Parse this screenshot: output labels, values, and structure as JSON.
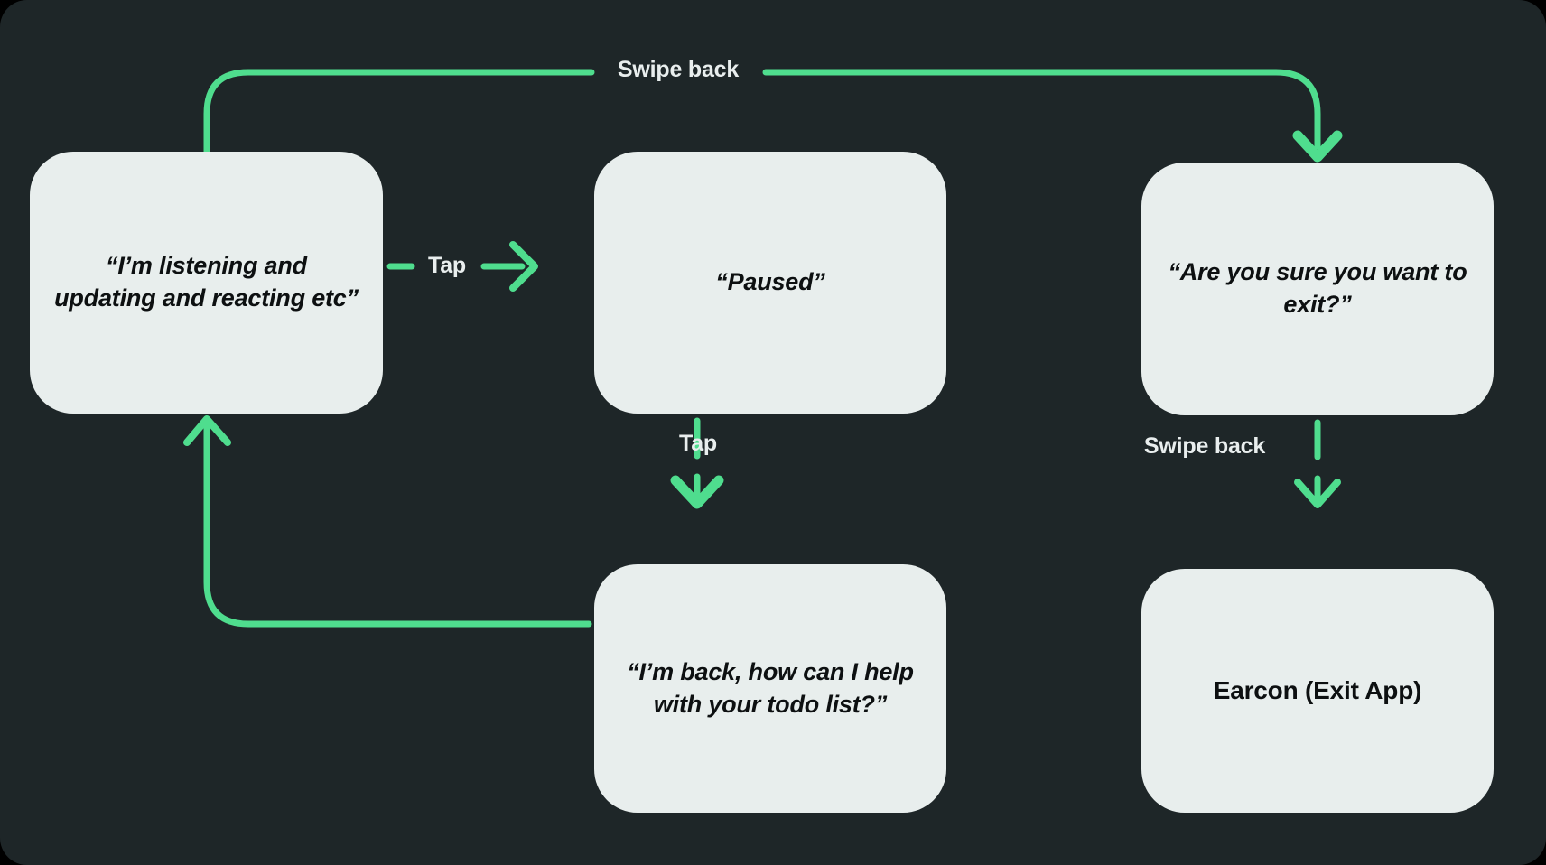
{
  "theme": {
    "background": "#1e2628",
    "card_fill": "#e8eeed",
    "accent_green": "#4fdd8e",
    "card_text": "#0d1011",
    "edge_label_text": "#e9eeee"
  },
  "diagram": {
    "type": "flowchart",
    "nodes": [
      {
        "id": "listening",
        "label": "“I’m listening and updating and reacting etc”",
        "style": "italic"
      },
      {
        "id": "paused",
        "label": "“Paused”",
        "style": "italic"
      },
      {
        "id": "confirm-exit",
        "label": "“Are you sure you want to exit?”",
        "style": "italic"
      },
      {
        "id": "back",
        "label": "“I’m back, how can I help with your todo list?”",
        "style": "italic"
      },
      {
        "id": "earcon",
        "label": "Earcon (Exit App)",
        "style": "plain"
      }
    ],
    "edges": [
      {
        "id": "listening-to-confirm",
        "from": "listening",
        "to": "confirm-exit",
        "label": "Swipe back"
      },
      {
        "id": "listening-to-paused",
        "from": "listening",
        "to": "paused",
        "label": "Tap"
      },
      {
        "id": "paused-to-back",
        "from": "paused",
        "to": "back",
        "label": "Tap"
      },
      {
        "id": "back-to-listening",
        "from": "back",
        "to": "listening",
        "label": ""
      },
      {
        "id": "confirm-to-earcon",
        "from": "confirm-exit",
        "to": "earcon",
        "label": "Swipe back"
      }
    ]
  }
}
